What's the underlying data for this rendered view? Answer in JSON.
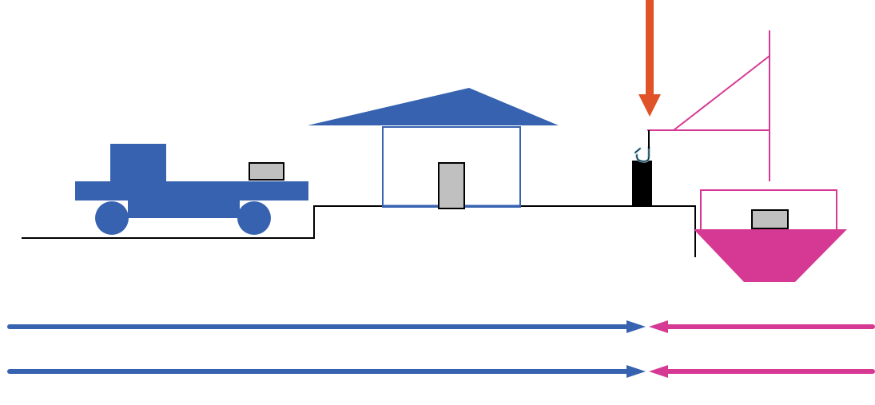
{
  "colors": {
    "land_side": "#3762b0",
    "sea_side": "#d63993",
    "cargo": "#c0c0c0",
    "outline": "#000000",
    "indicator_arrow": "#e05328",
    "hook": "#7fbcd6",
    "background": "#ffffff"
  },
  "icons": {
    "truck": "truck-icon",
    "warehouse": "warehouse-icon",
    "bollard": "bollard-icon",
    "ship": "ship-icon",
    "crane": "crane-icon",
    "hook": "hook-icon",
    "cargo": "cargo-box-icon",
    "indicator_arrow": "down-arrow-icon"
  },
  "flows": [
    {
      "name": "land-flow-top",
      "direction": "right",
      "color_key": "land_side"
    },
    {
      "name": "sea-flow-top",
      "direction": "left",
      "color_key": "sea_side"
    },
    {
      "name": "land-flow-bottom",
      "direction": "right",
      "color_key": "land_side"
    },
    {
      "name": "sea-flow-bottom",
      "direction": "left",
      "color_key": "sea_side"
    }
  ]
}
